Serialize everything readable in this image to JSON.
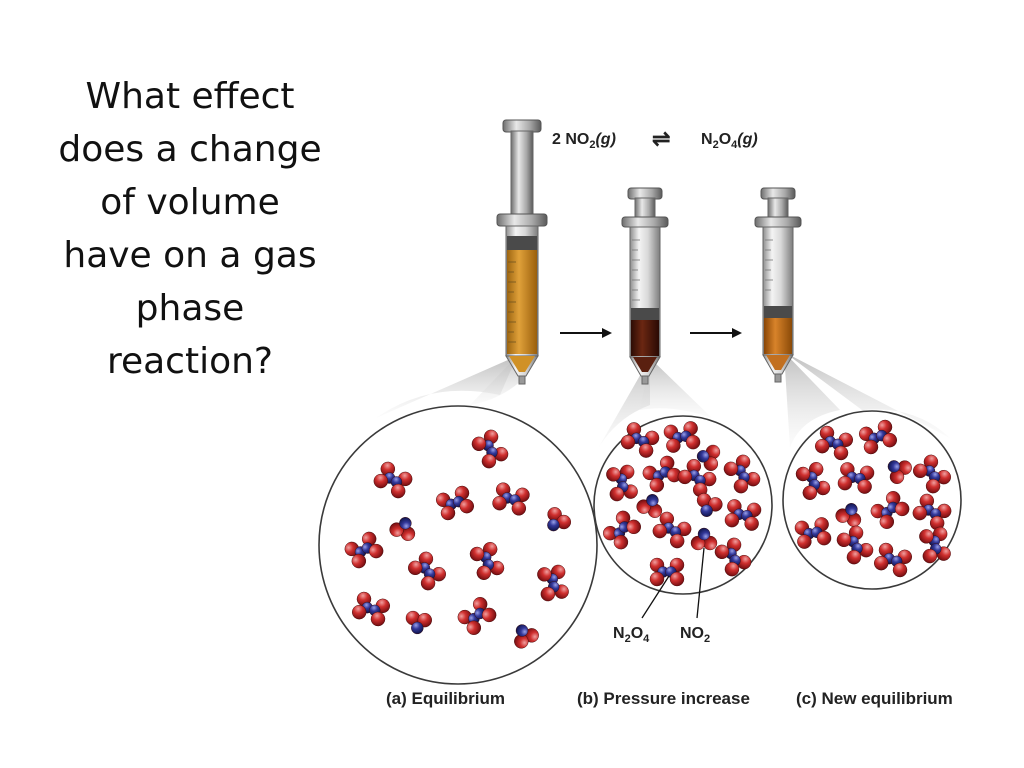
{
  "title_lines": [
    "What effect",
    "does a change",
    "of volume",
    "have on a gas",
    "phase",
    "reaction?"
  ],
  "equation": {
    "left_coef": "2 NO",
    "left_sub": "2",
    "left_state": "(g)",
    "arrow": "⇌",
    "right_a": "N",
    "right_sub1": "2",
    "right_b": "O",
    "right_sub2": "4",
    "right_state": "(g)"
  },
  "panels": {
    "a": "(a) Equilibrium",
    "b": "(b) Pressure increase",
    "c": "(c) New equilibrium"
  },
  "callouts": {
    "n2o4": {
      "a": "N",
      "s1": "2",
      "b": "O",
      "s2": "4"
    },
    "no2": {
      "a": "NO",
      "s1": "2"
    }
  },
  "colors": {
    "gas_light": "#c9891b",
    "gas_dark": "#4a1a0c",
    "gas_medium": "#b9650f",
    "oxygen": "#c8262a",
    "nitrogen": "#2b2f8c"
  }
}
